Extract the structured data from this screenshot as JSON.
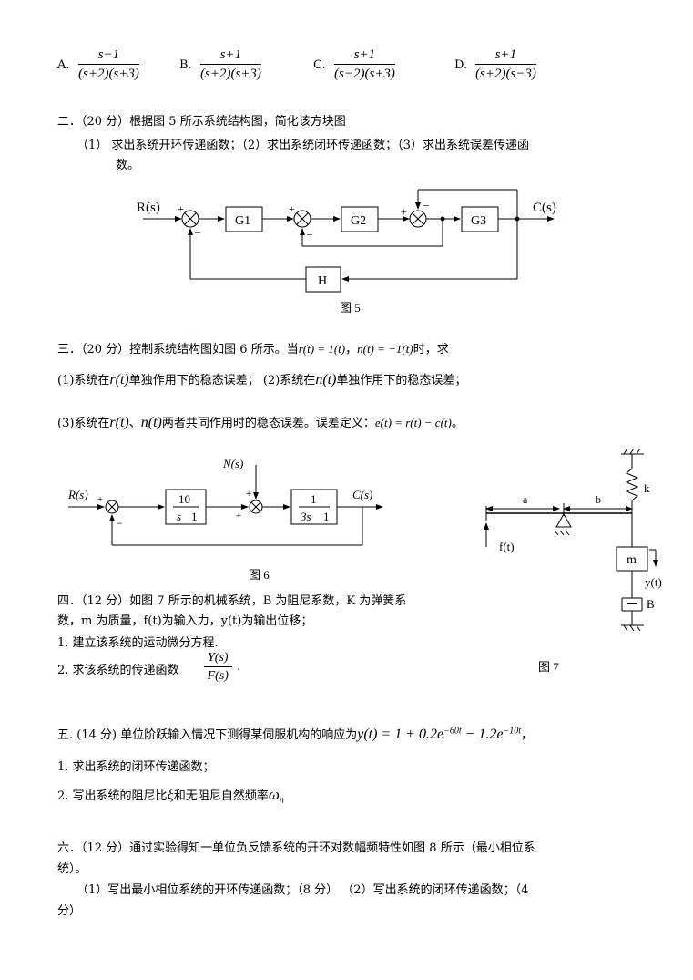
{
  "q1_options": {
    "a": {
      "letter": "A.",
      "num": "s−1",
      "den": "(s+2)(s+3)"
    },
    "b": {
      "letter": "B.",
      "num": "s+1",
      "den": "(s+2)(s+3)"
    },
    "c": {
      "letter": "C.",
      "num": "s+1",
      "den": "(s−2)(s+3)"
    },
    "d": {
      "letter": "D.",
      "num": "s+1",
      "den": "(s+2)(s−3)"
    }
  },
  "q2": {
    "heading": "二．（20 分）根据图 5 所示系统结构图，简化该方块图",
    "line1": "（1）   求出系统开环传递函数；（2）求出系统闭环传递函数；（3）求出系统误差传递函",
    "line2": "数。",
    "fig": {
      "input": "R(s)",
      "output": "C(s)",
      "g1": "G1",
      "g2": "G2",
      "g3": "G3",
      "h": "H",
      "plus": "+",
      "minus": "–",
      "caption": "图 5"
    }
  },
  "q3": {
    "heading_pre": "三．（20 分）控制系统结构图如图 6 所示。当",
    "r_cond": "r(t) = 1(t)",
    "sep": "，",
    "n_cond": "n(t) = −1(t)",
    "heading_post": "时，求",
    "sub1_a": "(1)系统在",
    "sub1_r": "r(t)",
    "sub1_b": "单独作用下的稳态误差；  (2)系统在",
    "sub1_n": "n(t)",
    "sub1_c": "单独作用下的稳态误差；",
    "sub3_a": "(3)系统在",
    "sub3_r": "r(t)",
    "sub3_b": "、",
    "sub3_n": "n(t)",
    "sub3_c": "两者共同作用时的稳态误差。误差定义：",
    "sub3_err": "e(t) = r(t) − c(t)",
    "sub3_d": "。",
    "fig": {
      "input": "R(s)",
      "output": "C(s)",
      "disturbance": "N(s)",
      "b1_num": "10",
      "b1_den_l": "s",
      "b1_den_r": "1",
      "b2_num": "1",
      "b2_den_l": "3s",
      "b2_den_r": "1",
      "plus": "+",
      "minus": "−",
      "caption": "图 6"
    }
  },
  "q4": {
    "line1": "四．（12 分）如图 7 所示的机械系统，B 为阻尼系数，K 为弹簧系",
    "line2": "数，m 为质量，f(t)为输入力，y(t)为输出位移；",
    "item1": "1. 建立该系统的运动微分方程.",
    "item2": "2. 求该系统的传递函数",
    "tf_num": "Y(s)",
    "tf_den": "F(s)",
    "tf_end": ".",
    "fig": {
      "k": "k",
      "a": "a",
      "b": "b",
      "f": "f(t)",
      "m": "m",
      "y": "y(t)",
      "B": "B",
      "caption": "图 7"
    }
  },
  "q5": {
    "heading_pre": "五. (14 分) 单位阶跃输入情况下测得某伺服机构的响应为",
    "response": "y(t) = 1 + 0.2e",
    "exp1": "−60t",
    "response2": " − 1.2e",
    "exp2": "−10t",
    "heading_post": "，",
    "item1": "1. 求出系统的闭环传递函数；",
    "item2": "2. 写出系统的阻尼比",
    "xi": "ξ",
    "item2b": "和无阻尼自然频率",
    "omega": "ω",
    "omega_sub": "n"
  },
  "q6": {
    "line1": "六．（12 分）通过实验得知一单位负反馈系统的开环对数幅频特性如图 8 所示（最小相位系",
    "line2": "统）。",
    "line3": "（1）写出最小相位系统的开环传递函数；（8 分）  （2）写出系统的闭环传递函数；（4",
    "line4": "分）"
  }
}
